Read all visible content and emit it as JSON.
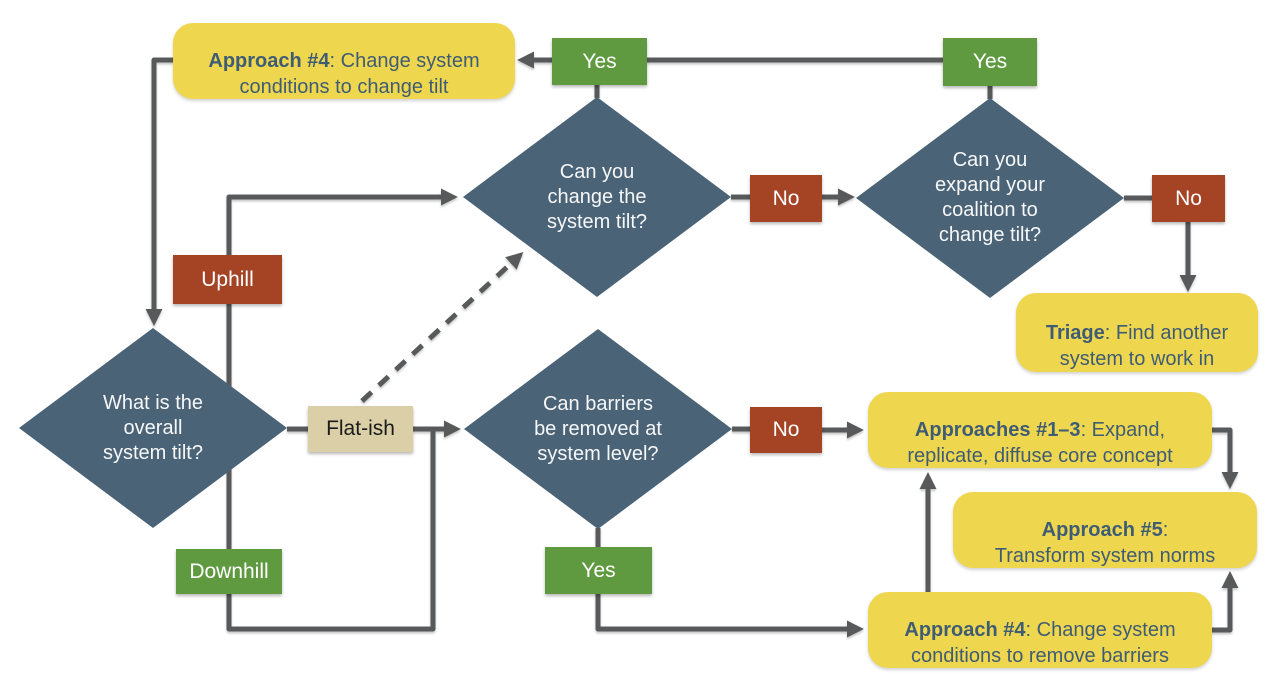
{
  "colors": {
    "diamond_fill": "#4b6377",
    "yes_green": "#5f9a41",
    "no_red": "#a54325",
    "note_yellow": "#eed74e",
    "flatish_tan": "#dbcfa7",
    "connector_gray": "#58595a",
    "note_text": "#3f5c75"
  },
  "diamonds": {
    "change_tilt": {
      "text": "Can you\nchange the\nsystem tilt?"
    },
    "coalition": {
      "text": "Can you\nexpand your\ncoalition to\nchange tilt?"
    },
    "overall_tilt": {
      "text": "What is the\noverall\nsystem tilt?"
    },
    "barriers": {
      "text": "Can barriers\nbe removed at\nsystem level?"
    }
  },
  "labels": {
    "yes_change_tilt": "Yes",
    "yes_coalition": "Yes",
    "no_change_tilt": "No",
    "no_coalition": "No",
    "uphill": "Uphill",
    "flatish": "Flat-ish",
    "downhill": "Downhill",
    "yes_barriers": "Yes",
    "no_barriers": "No"
  },
  "notes": {
    "approach4_top": {
      "bold": "Approach #4",
      "rest": ": Change system\nconditions to change tilt"
    },
    "triage": {
      "bold": "Triage",
      "rest": ": Find another\nsystem to work in"
    },
    "approaches_1_3": {
      "bold": "Approaches #1–3",
      "rest": ": Expand,\nreplicate, diffuse core concept"
    },
    "approach5": {
      "bold": "Approach #5",
      "rest": ":\nTransform system norms"
    },
    "approach4_bottom": {
      "bold": "Approach #4",
      "rest": ": Change system\nconditions to remove barriers"
    }
  }
}
